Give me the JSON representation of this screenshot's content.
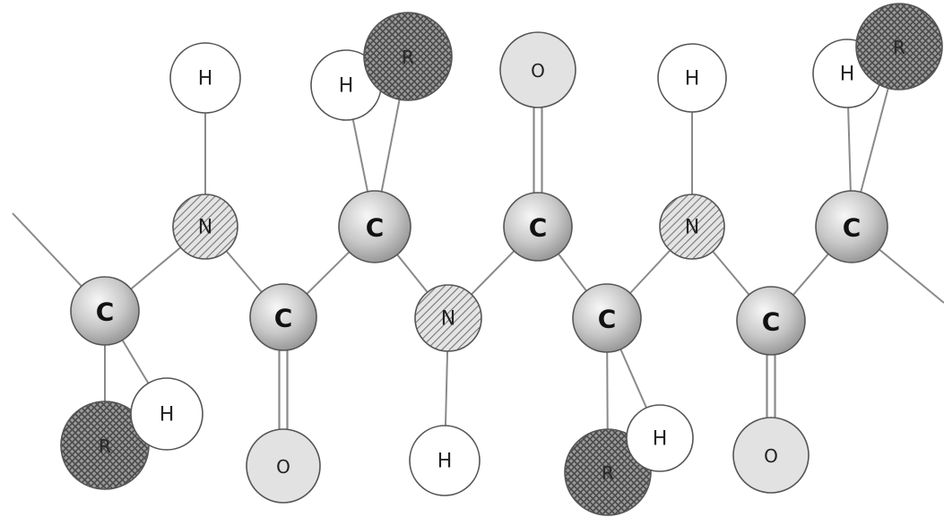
{
  "labels": {
    "carbon": "C",
    "nitrogen": "N",
    "hydrogen": "H",
    "oxygen": "O",
    "r_group": "R"
  },
  "atoms": [
    {
      "id": "c1",
      "element": "carbon"
    },
    {
      "id": "r1",
      "element": "r_group"
    },
    {
      "id": "h1",
      "element": "hydrogen"
    },
    {
      "id": "n1",
      "element": "nitrogen"
    },
    {
      "id": "h2",
      "element": "hydrogen"
    },
    {
      "id": "c2",
      "element": "carbon"
    },
    {
      "id": "o1",
      "element": "oxygen"
    },
    {
      "id": "c3",
      "element": "carbon"
    },
    {
      "id": "h3",
      "element": "hydrogen"
    },
    {
      "id": "r2",
      "element": "r_group"
    },
    {
      "id": "n2",
      "element": "nitrogen"
    },
    {
      "id": "h4",
      "element": "hydrogen"
    },
    {
      "id": "c4",
      "element": "carbon"
    },
    {
      "id": "o2",
      "element": "oxygen"
    },
    {
      "id": "c5",
      "element": "carbon"
    },
    {
      "id": "r3",
      "element": "r_group"
    },
    {
      "id": "h5",
      "element": "hydrogen"
    },
    {
      "id": "n3",
      "element": "nitrogen"
    },
    {
      "id": "h6",
      "element": "hydrogen"
    },
    {
      "id": "c6",
      "element": "carbon"
    },
    {
      "id": "o3",
      "element": "oxygen"
    },
    {
      "id": "c7",
      "element": "carbon"
    },
    {
      "id": "h7",
      "element": "hydrogen"
    },
    {
      "id": "r4",
      "element": "r_group"
    }
  ],
  "bonds": [
    {
      "from": "c1",
      "to": "n1",
      "order": 1
    },
    {
      "from": "c1",
      "to": "r1",
      "order": 1
    },
    {
      "from": "c1",
      "to": "h1",
      "order": 1
    },
    {
      "from": "n1",
      "to": "h2",
      "order": 1
    },
    {
      "from": "n1",
      "to": "c2",
      "order": 1
    },
    {
      "from": "c2",
      "to": "o1",
      "order": 2
    },
    {
      "from": "c2",
      "to": "c3",
      "order": 1
    },
    {
      "from": "c3",
      "to": "h3",
      "order": 1
    },
    {
      "from": "c3",
      "to": "r2",
      "order": 1
    },
    {
      "from": "c3",
      "to": "n2",
      "order": 1
    },
    {
      "from": "n2",
      "to": "h4",
      "order": 1
    },
    {
      "from": "n2",
      "to": "c4",
      "order": 1
    },
    {
      "from": "c4",
      "to": "o2",
      "order": 2
    },
    {
      "from": "c4",
      "to": "c5",
      "order": 1
    },
    {
      "from": "c5",
      "to": "r3",
      "order": 1
    },
    {
      "from": "c5",
      "to": "h5",
      "order": 1
    },
    {
      "from": "c5",
      "to": "n3",
      "order": 1
    },
    {
      "from": "n3",
      "to": "h6",
      "order": 1
    },
    {
      "from": "n3",
      "to": "c6",
      "order": 1
    },
    {
      "from": "c6",
      "to": "o3",
      "order": 2
    },
    {
      "from": "c6",
      "to": "c7",
      "order": 1
    },
    {
      "from": "c7",
      "to": "h7",
      "order": 1
    },
    {
      "from": "c7",
      "to": "r4",
      "order": 1
    }
  ],
  "colors": {
    "bond": "#8a8a8a",
    "carbon_fill": "#c8c8c8",
    "oxygen_fill": "#e2e2e2",
    "hydrogen_fill": "#ffffff",
    "hatch": "#666666",
    "outline": "#555555"
  }
}
